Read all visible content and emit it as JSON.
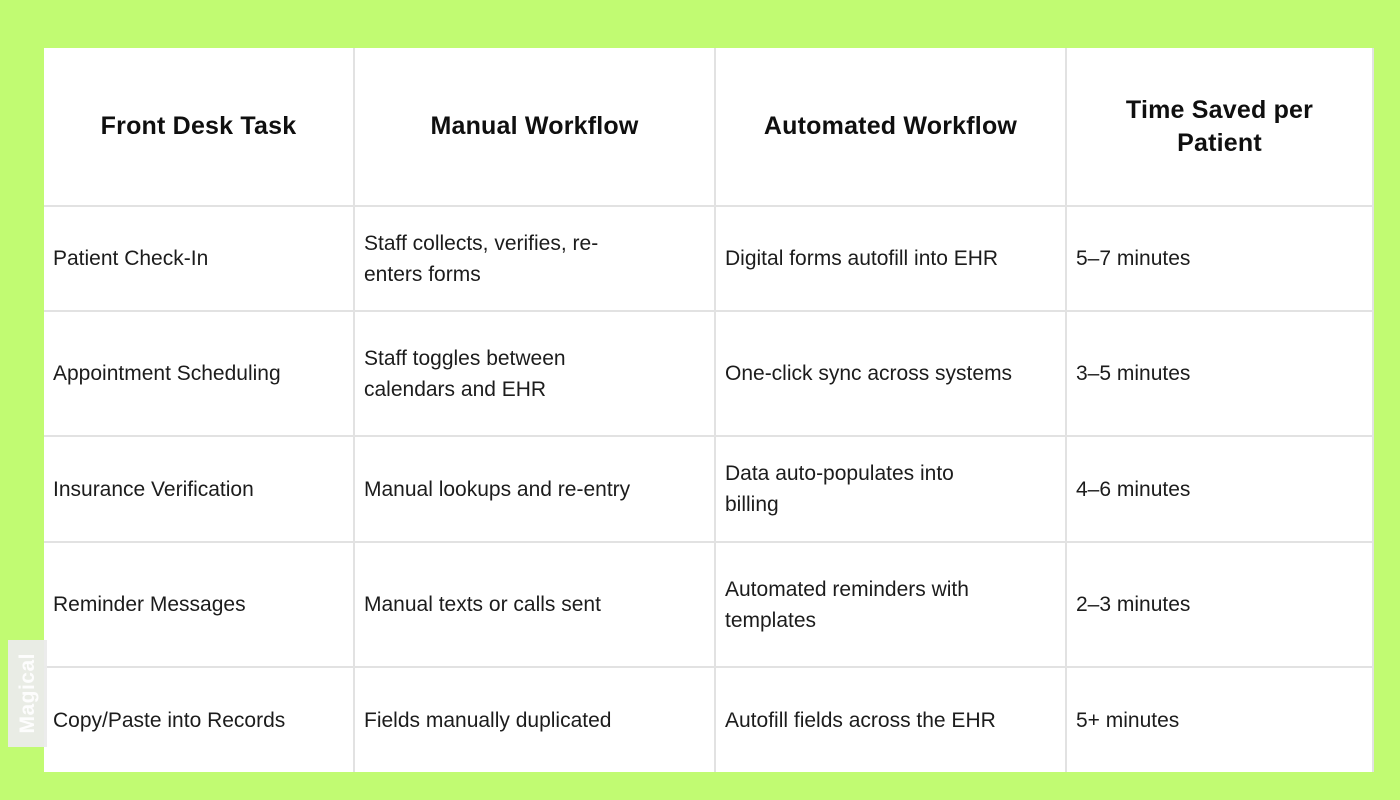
{
  "background_color": "#c1fb72",
  "watermark": {
    "label": "Magical"
  },
  "table": {
    "columns": [
      "Front Desk Task",
      "Manual Workflow",
      "Automated Workflow",
      "Time Saved per\nPatient"
    ],
    "rows": [
      [
        "Patient Check-In",
        "Staff collects, verifies, re-\nenters forms",
        "Digital forms autofill into EHR",
        "5–7 minutes"
      ],
      [
        "Appointment Scheduling",
        "Staff toggles between\ncalendars and EHR",
        "One-click sync across systems",
        "3–5 minutes"
      ],
      [
        "Insurance Verification",
        "Manual lookups and re-entry",
        "Data auto-populates into\nbilling",
        "4–6 minutes"
      ],
      [
        "Reminder Messages",
        "Manual texts or calls sent",
        "Automated reminders with\ntemplates",
        "2–3 minutes"
      ],
      [
        "Copy/Paste into Records",
        "Fields manually duplicated",
        "Autofill fields across the EHR",
        "5+ minutes"
      ]
    ]
  }
}
